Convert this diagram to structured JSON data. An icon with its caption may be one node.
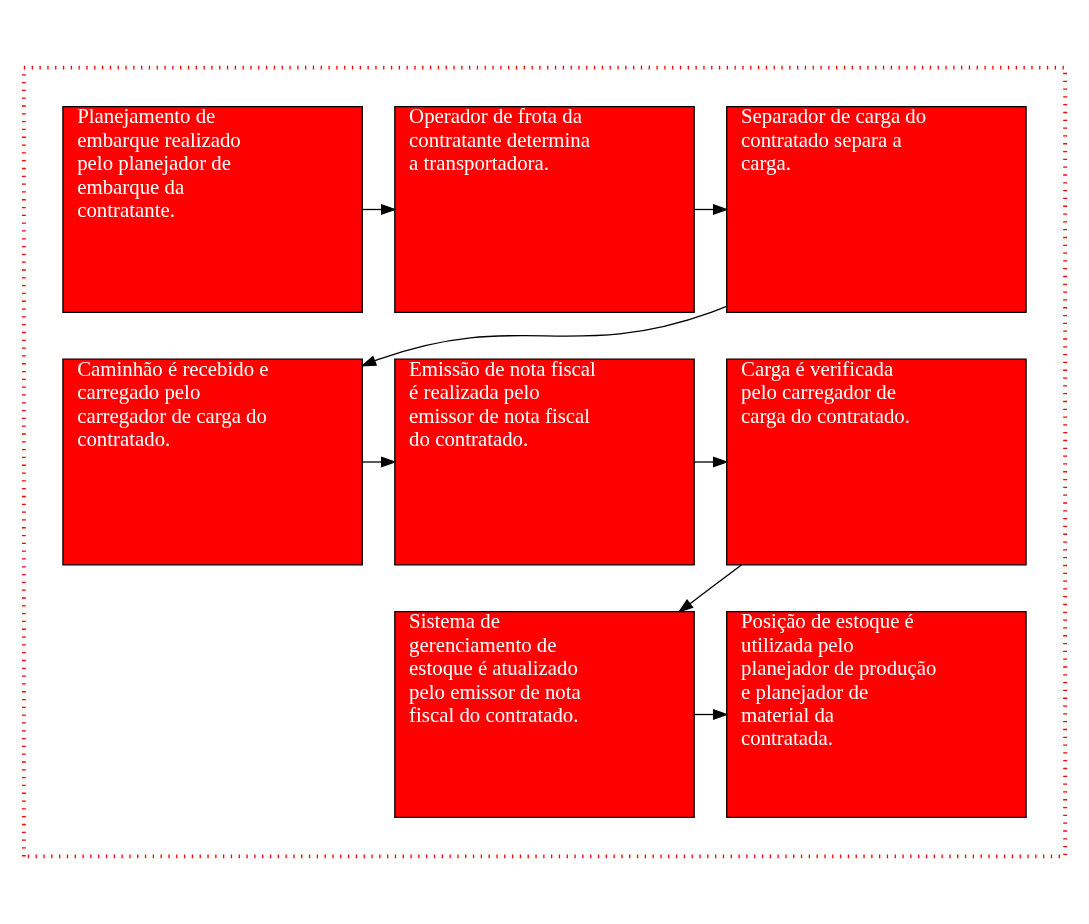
{
  "diagram": {
    "nodes": [
      {
        "text": [],
        "shape": "box"
      },
      {
        "text": [
          "Planejamento de embarque realizado pelo planejador de embarque da contratante."
        ],
        "in": 0
      },
      {
        "text": [
          "Operador de frota da contratante determina a transportadora."
        ],
        "in": 0
      },
      {
        "text": [
          "Separador de carga do contratado separa a carga."
        ],
        "in": 0
      },
      {
        "text": [
          "Carga é verificada pelo carregador de carga do contratado."
        ],
        "in": 0
      },
      {
        "text": [
          "Emissão de nota fiscal é realizada pelo emissor de nota fiscal do contratado."
        ],
        "in": 0
      },
      {
        "text": [
          "Caminhão é recebido e carregado pelo carregador de carga do contratado."
        ],
        "in": 0
      },
      {
        "text": [
          "Sistema de gerenciamento de estoque é atualizado pelo emissor de nota fiscal do contratado."
        ],
        "in": 0
      },
      {
        "text": [
          "Posição de estoque é utilizada pelo planejador de produção e planejador de material da contratada."
        ],
        "in": 0
      }
    ],
    "edges": [
      {
        "from": 1,
        "to": 2,
        "arrow": "to"
      },
      {
        "from": 2,
        "to": 3,
        "arrow": "to"
      },
      {
        "from": 3,
        "to": 6,
        "arrow": "to"
      },
      {
        "from": 6,
        "to": 5,
        "arrow": "to"
      },
      {
        "from": 5,
        "to": 4,
        "arrow": "to"
      },
      {
        "from": 4,
        "to": 7,
        "arrow": "to"
      },
      {
        "from": 7,
        "to": 8,
        "arrow": "to"
      }
    ]
  }
}
